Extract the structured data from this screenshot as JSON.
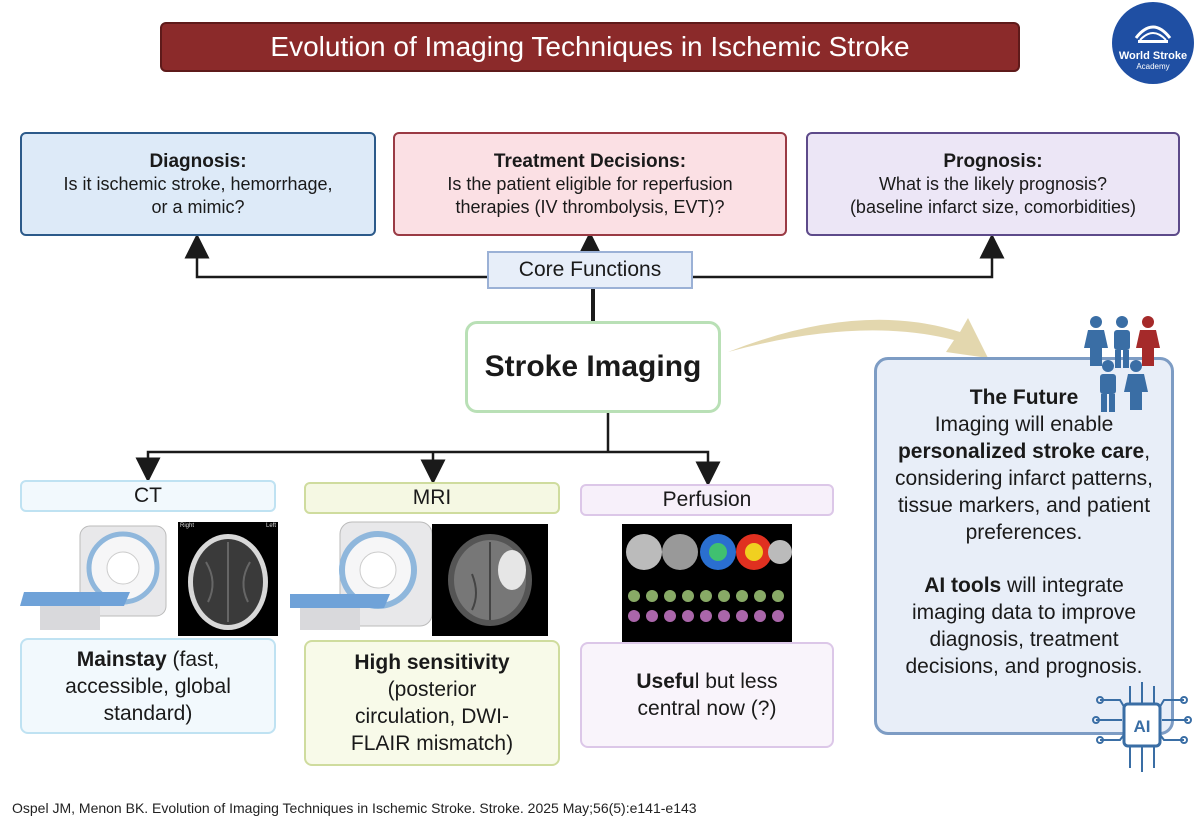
{
  "title": "Evolution of Imaging Techniques in Ischemic Stroke",
  "logo": {
    "line1": "World Stroke",
    "line2": "Academy"
  },
  "functions": {
    "diagnosis": {
      "heading": "Diagnosis:",
      "line1": "Is it ischemic stroke, hemorrhage,",
      "line2": "or a mimic?"
    },
    "treatment": {
      "heading": "Treatment Decisions:",
      "line1": "Is the patient eligible for reperfusion",
      "line2": "therapies (IV thrombolysis, EVT)?"
    },
    "prognosis": {
      "heading": "Prognosis:",
      "line1": "What is the likely prognosis?",
      "line2": "(baseline infarct size, comorbidities)"
    }
  },
  "core_functions": "Core Functions",
  "center": "Stroke Imaging",
  "techniques": {
    "ct": {
      "label": "CT",
      "bold": "Mainstay",
      "rest1": " (fast,",
      "line2": "accessible, global",
      "line3": "standard)",
      "scan_right": "Right",
      "scan_left": "Left"
    },
    "mri": {
      "label": "MRI",
      "bold": "High sensitivity",
      "line2": "(posterior",
      "line3": "circulation, DWI-",
      "line4": "FLAIR mismatch)"
    },
    "perfusion": {
      "label": "Perfusion",
      "bold": "Usefu",
      "rest1": "l but less",
      "line2": "central now (?)"
    }
  },
  "future": {
    "heading": "The Future",
    "p1_a": "Imaging will enable",
    "p1_bold": "personalized stroke care",
    "p1_b": ", considering infarct patterns, tissue markers, and patient preferences.",
    "p2_bold": "AI tools",
    "p2_rest": " will integrate imaging data to improve diagnosis, treatment decisions, and prognosis.",
    "ai_label": "AI"
  },
  "citation": "Ospel JM, Menon BK. Evolution of Imaging Techniques in Ischemic Stroke. Stroke. 2025 May;56(5):e141-e143",
  "colors": {
    "title_bg": "#8b2a2a",
    "arrow": "#1a1a1a",
    "future_arrow": "#e3d7ae",
    "people_blue": "#3a6ea5",
    "people_red": "#a52a2a"
  }
}
